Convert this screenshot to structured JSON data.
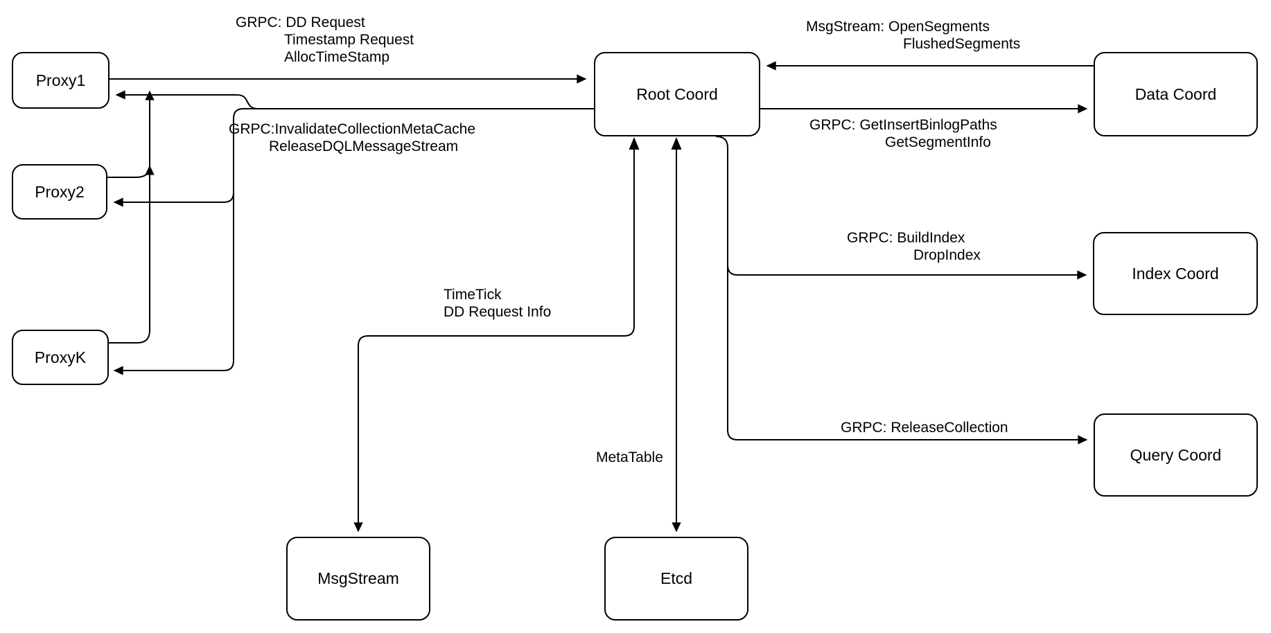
{
  "diagram": {
    "nodes": [
      {
        "id": "proxy1",
        "label": "Proxy1"
      },
      {
        "id": "proxy2",
        "label": "Proxy2"
      },
      {
        "id": "proxyk",
        "label": "ProxyK"
      },
      {
        "id": "root_coord",
        "label": "Root Coord"
      },
      {
        "id": "data_coord",
        "label": "Data Coord"
      },
      {
        "id": "index_coord",
        "label": "Index Coord"
      },
      {
        "id": "query_coord",
        "label": "Query Coord"
      },
      {
        "id": "msgstream",
        "label": "MsgStream"
      },
      {
        "id": "etcd",
        "label": "Etcd"
      }
    ],
    "edge_labels": [
      {
        "id": "proxies_to_root",
        "lines": [
          "GRPC: DD Request",
          "Timestamp Request",
          "AllocTimeStamp"
        ]
      },
      {
        "id": "root_to_proxies",
        "lines": [
          "GRPC:InvalidateCollectionMetaCache",
          "ReleaseDQLMessageStream"
        ]
      },
      {
        "id": "data_to_root",
        "lines": [
          "MsgStream: OpenSegments",
          "FlushedSegments"
        ]
      },
      {
        "id": "root_to_data",
        "lines": [
          "GRPC: GetInsertBinlogPaths",
          "GetSegmentInfo"
        ]
      },
      {
        "id": "root_to_index",
        "lines": [
          "GRPC: BuildIndex",
          "DropIndex"
        ]
      },
      {
        "id": "root_to_query",
        "lines": [
          "GRPC: ReleaseCollection"
        ]
      },
      {
        "id": "root_to_msgstream",
        "lines": [
          "TimeTick",
          "DD Request Info"
        ]
      },
      {
        "id": "root_to_etcd",
        "lines": [
          "MetaTable"
        ]
      }
    ],
    "colors": {
      "stroke": "#000000",
      "node_fill": "#ffffff",
      "background": "#ffffff"
    }
  }
}
